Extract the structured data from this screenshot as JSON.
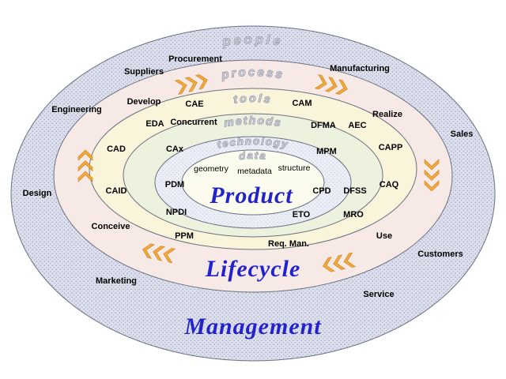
{
  "colors": {
    "flow_arrow": "#F5A83A",
    "flow_arrow_edge": "#C9821E",
    "core_word_blue": "#2323CC"
  },
  "ring_titles": {
    "people": "people",
    "process": "process",
    "tools": "tools",
    "methods": "methods",
    "technology": "technology",
    "data": "data"
  },
  "core_words": {
    "product": "Product",
    "lifecycle": "Lifecycle",
    "management": "Management"
  },
  "people_ring": {
    "procurement": "Procurement",
    "suppliers": "Suppliers",
    "manufacturing": "Manufacturing",
    "engineering": "Engineering",
    "sales": "Sales",
    "design": "Design",
    "customers": "Customers",
    "marketing": "Marketing",
    "service": "Service"
  },
  "process_ring": {
    "develop": "Develop",
    "realize": "Realize",
    "use": "Use",
    "conceive": "Conceive"
  },
  "tools_ring": {
    "cae": "CAE",
    "cam": "CAM",
    "eda": "EDA",
    "aec": "AEC",
    "cad": "CAD",
    "capp": "CAPP",
    "caq": "CAQ",
    "caid": "CAID",
    "mro": "MRO",
    "ppm": "PPM",
    "req_man": "Req. Man."
  },
  "methods_ring": {
    "concurrent": "Concurrent",
    "dfma": "DFMA",
    "mpm": "MPM",
    "cax": "CAx",
    "dfss": "DFSS",
    "npdi": "NPDI"
  },
  "technology_ring": {
    "pdm": "PDM",
    "cpd": "CPD",
    "eto": "ETO"
  },
  "data_ring": {
    "geometry": "geometry",
    "metadata": "metadata",
    "structure": "structure"
  }
}
